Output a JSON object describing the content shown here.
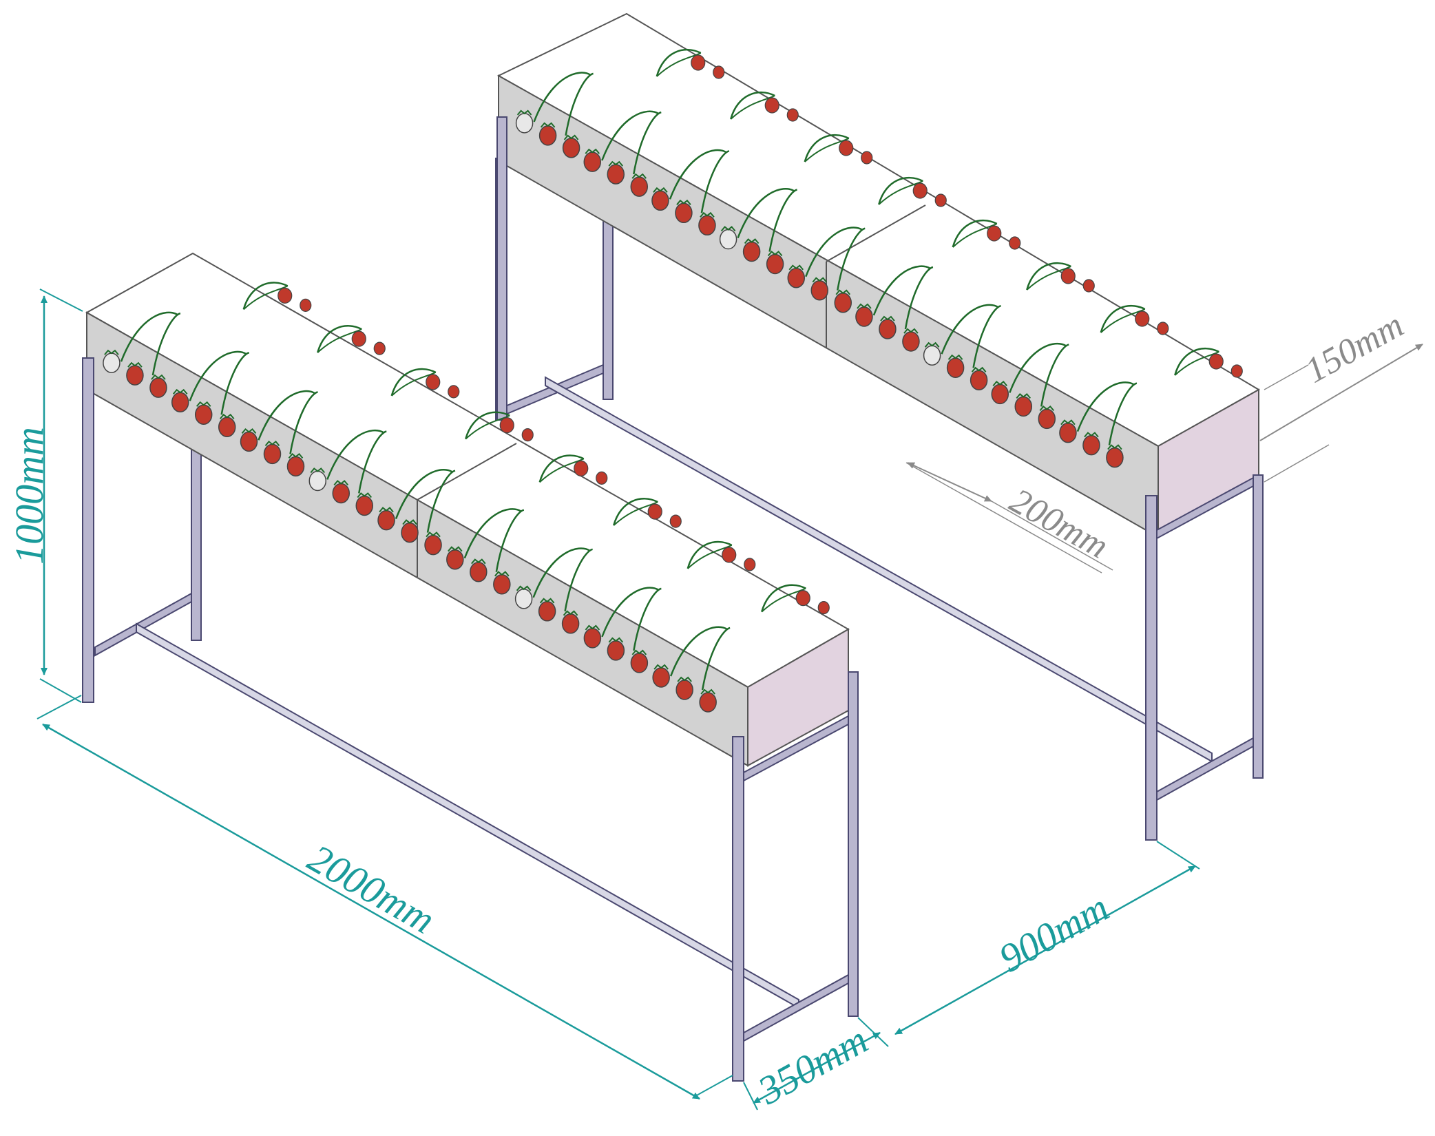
{
  "dimensions": {
    "height": "1000mm",
    "length": "2000mm",
    "depth": "350mm",
    "spacing": "900mm",
    "trough_width": "200mm",
    "trough_height": "150mm"
  },
  "colors": {
    "dimension_teal": "#1a9b9b",
    "dimension_gray": "#8a8a8a",
    "trough_top": "#ffffff",
    "trough_front": "#d2d2d2",
    "trough_end": "#e2d3e0",
    "frame_fill": "#b9b6cf",
    "frame_stroke": "#4a4870",
    "stem_green": "#1f6b2a",
    "berry_red": "#c0392b",
    "berry_unripe": "#e8e8e8"
  },
  "units": {
    "count": 2,
    "plant_groups_per_unit": 9,
    "plants_on_top_per_unit": 8
  }
}
